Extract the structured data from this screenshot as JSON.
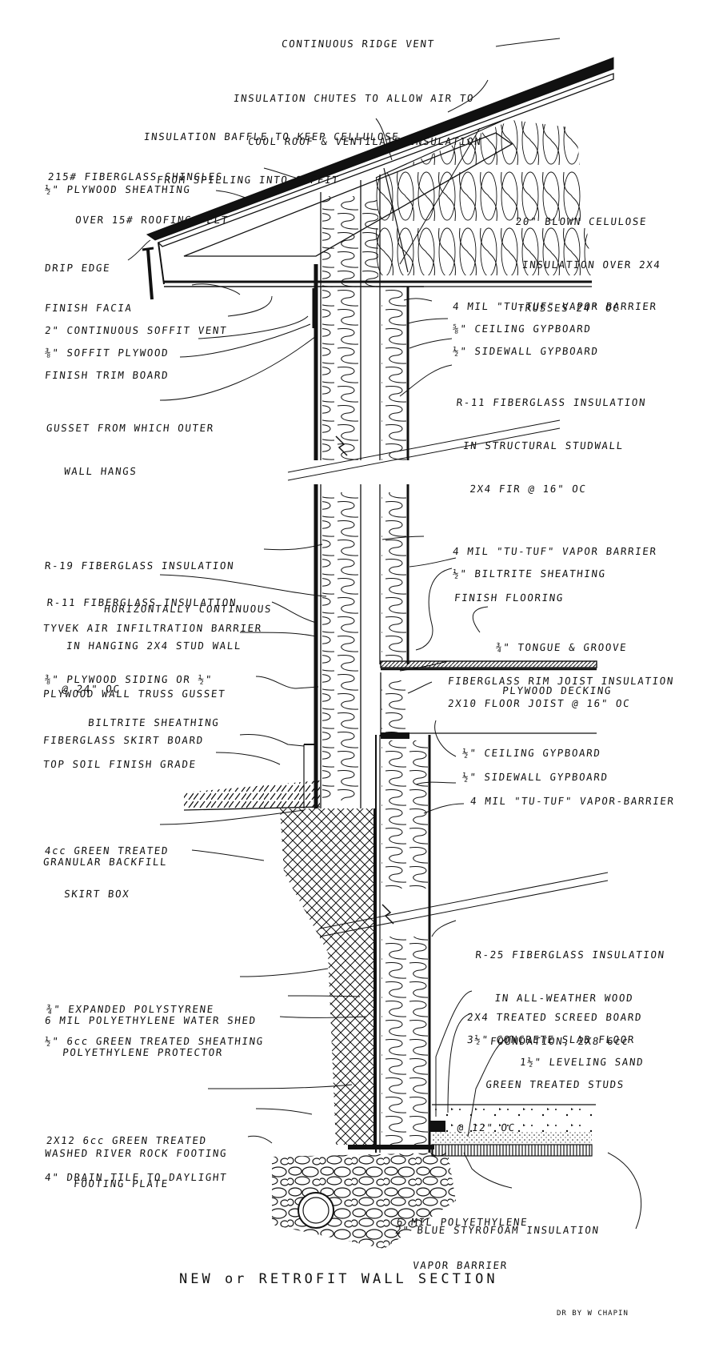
{
  "colors": {
    "ink": "#111111",
    "paper": "#ffffff"
  },
  "labels": {
    "ridge_vent": "CONTINUOUS RIDGE VENT",
    "chutes_1": "INSULATION CHUTES TO ALLOW AIR TO",
    "chutes_2": "COOL ROOF & VENTILATE INSULATION",
    "baffle_1": "INSULATION BAFFLE TO KEEP CELLULOSE",
    "baffle_2": "FROM SPILLING INTO SOFFIT",
    "shingles_1": "215# FIBERGLASS SHINGLES",
    "shingles_2": "OVER 15# ROOFING FELT",
    "sheathing": "½\" PLYWOOD SHEATHING",
    "cellulose_1": "20\" BLOWN CELULOSE",
    "cellulose_2": "INSULATION OVER 2X4",
    "cellulose_3": "TRUSSES 24\" OC",
    "drip_edge": "DRIP EDGE",
    "facia": "FINISH FACIA",
    "soffit_vent": "2\" CONTINUOUS SOFFIT VENT",
    "soffit_plywood": "⅜\" SOFFIT PLYWOOD",
    "trim_board": "FINISH TRIM BOARD",
    "gusset_1": "GUSSET FROM WHICH OUTER",
    "gusset_2": "WALL HANGS",
    "vapor_1": "4 MIL \"TU-TUF\" VAPOR BARRIER",
    "ceiling_gyp_1": "⅝\" CEILING GYPBOARD",
    "sidewall_gyp_1": "½\" SIDEWALL GYPBOARD",
    "r11_upper_1": "R-11 FIBERGLASS INSULATION",
    "r11_upper_2": "IN STRUCTURAL STUDWALL",
    "r11_upper_3": "2X4 FIR @ 16\" OC",
    "r19_1": "R-19 FIBERGLASS INSULATION",
    "r19_2": "HORIZONTALLY CONTINUOUS",
    "r11_hang_1": "R-11 FIBERGLASS INSULATION",
    "r11_hang_2": "IN HANGING 2X4 STUD WALL",
    "r11_hang_3": "@ 24\" OC",
    "tyvek": "TYVEK AIR INFILTRATION BARRIER",
    "siding_1": "⅜\" PLYWOOD SIDING OR ½\"",
    "siding_2": "BILTRITE SHEATHING",
    "truss_gusset": "PLYWOOD WALL TRUSS GUSSET",
    "vapor_2": "4 MIL \"TU-TUF\" VAPOR BARRIER",
    "biltrite": "½\" BILTRITE SHEATHING",
    "finish_flooring": "FINISH FLOORING",
    "decking_1": "¾\" TONGUE & GROOVE",
    "decking_2": "PLYWOOD DECKING",
    "rim_joist": "FIBERGLASS RIM JOIST INSULATION",
    "floor_joist": "2X10 FLOOR JOIST @ 16\" OC",
    "skirt_board": "FIBERGLASS SKIRT BOARD",
    "top_soil": "TOP SOIL FINISH GRADE",
    "ceiling_gyp_2": "½\" CEILING GYPBOARD",
    "sidewall_gyp_2": "½\" SIDEWALL GYPBOARD",
    "vapor_3": "4 MIL \"TU-TUF\" VAPOR-BARRIER",
    "skirt_box_1": "4cc GREEN TREATED",
    "skirt_box_2": "SKIRT BOX",
    "backfill": "GRANULAR BACKFILL",
    "r25_1": "R-25 FIBERGLASS INSULATION",
    "r25_2": "IN ALL-WEATHER WOOD",
    "r25_3": "FOUNDATION, 2X8 6cc",
    "r25_4": "GREEN TREATED STUDS",
    "r25_5": "@ 12\" OC",
    "polystyrene_1": "¾\" EXPANDED POLYSTYRENE",
    "polystyrene_2": "POLYETHYLENE PROTECTOR",
    "water_shed": "6 MIL POLYETHYLENE WATER SHED",
    "green_sheathing": "½\" 6cc GREEN TREATED SHEATHING",
    "screed_board": "2X4 TREATED SCREED BOARD",
    "slab": "3½\" CONCRETE SLAB FLOOR",
    "leveling_sand": "1½\" LEVELING SAND",
    "footing_plate_1": "2X12 6cc GREEN TREATED",
    "footing_plate_2": "FOOTING PLATE",
    "river_rock": "WASHED RIVER ROCK FOOTING",
    "drain_tile": "4\" DRAIN TILE TO DAYLIGHT",
    "poly_barrier_1": "6 MIL POLYETHYLENE",
    "poly_barrier_2": "VAPOR BARRIER",
    "styrofoam": "2\" BLUE STYROFOAM INSULATION"
  },
  "title": "NEW or RETROFIT WALL SECTION",
  "credit": "DR BY W CHAPIN"
}
